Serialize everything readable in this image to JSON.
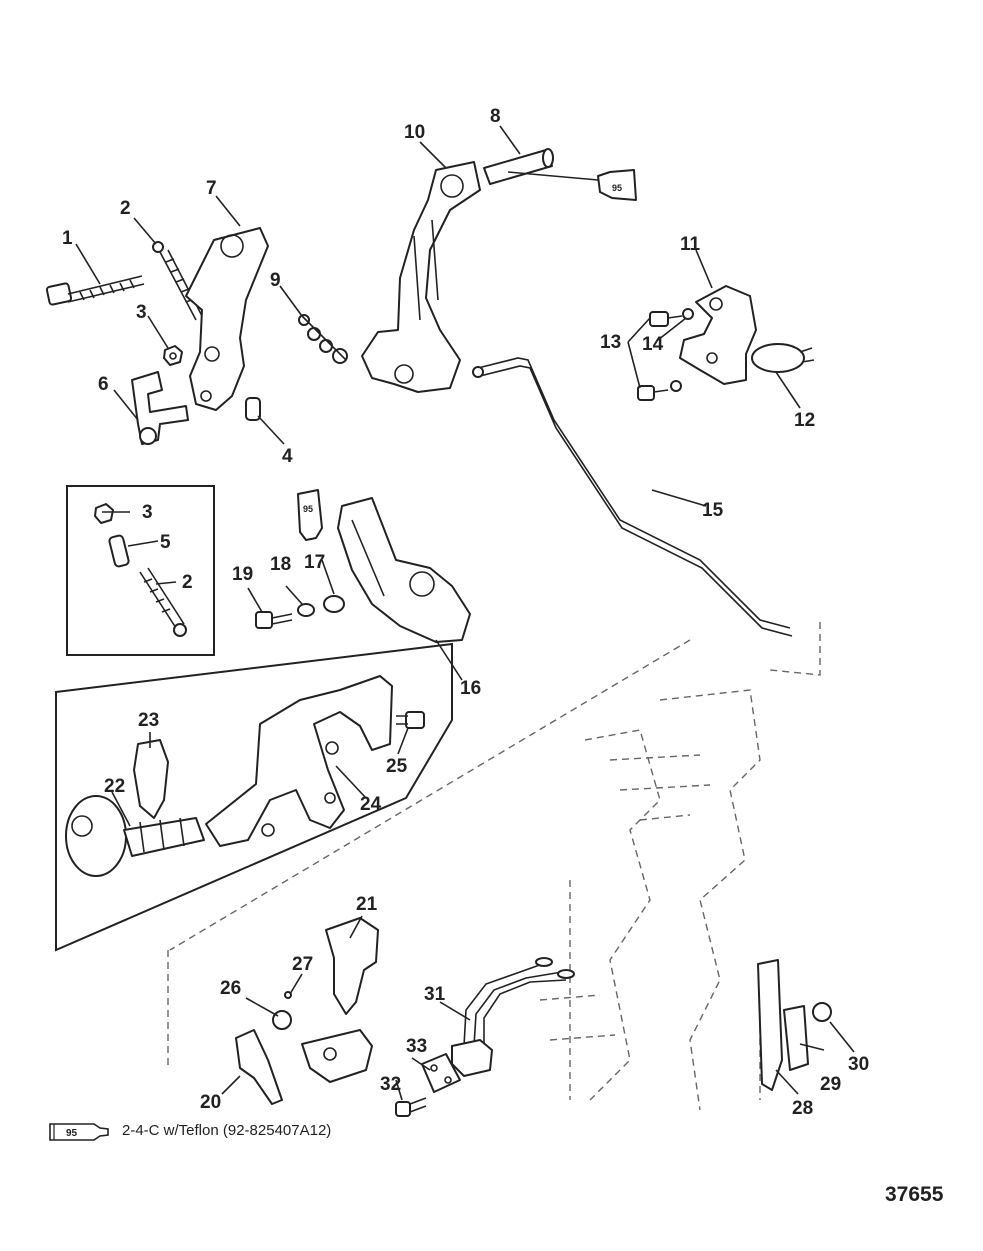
{
  "callouts": [
    "1",
    "2",
    "3",
    "4",
    "5",
    "6",
    "7",
    "8",
    "9",
    "10",
    "11",
    "12",
    "13",
    "14",
    "15",
    "16",
    "17",
    "18",
    "19",
    "20",
    "21",
    "22",
    "23",
    "24",
    "25",
    "26",
    "27",
    "28",
    "29",
    "30",
    "31",
    "32",
    "33"
  ],
  "inset_callouts": {
    "nut": "3",
    "spacer": "5",
    "screw": "2"
  },
  "sealant_tube_label": "95",
  "legend": {
    "tube_label": "95",
    "text": "2-4-C w/Teflon (92-825407A12)"
  },
  "figure_number": "37655"
}
